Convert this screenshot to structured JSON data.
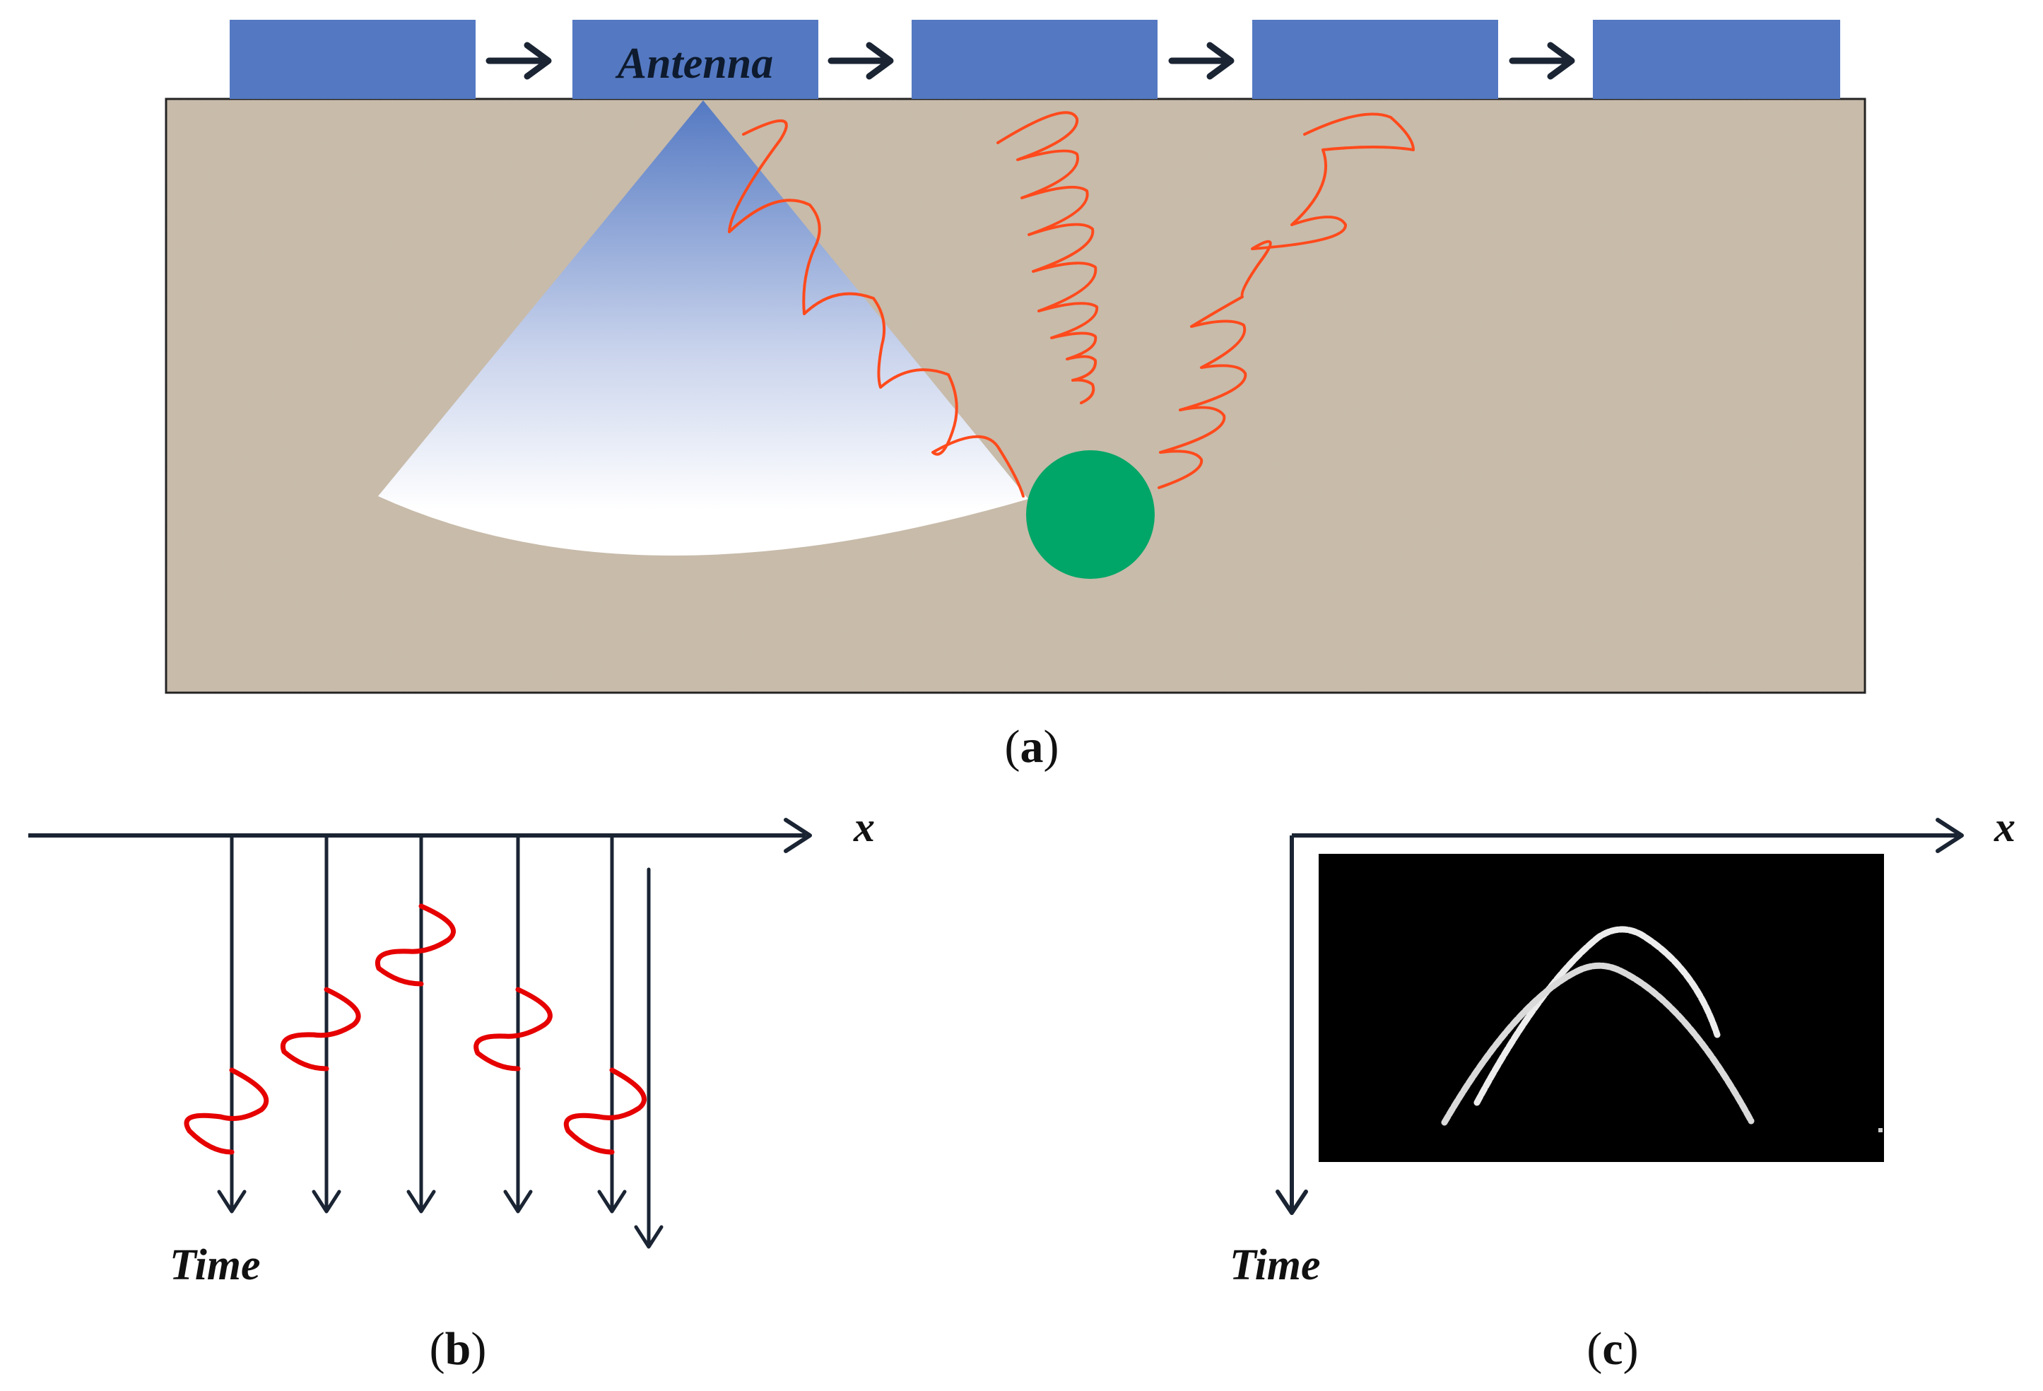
{
  "panel_a": {
    "label_open": "(",
    "label_letter": "a",
    "label_close": ")",
    "antenna_label": "Antenna",
    "antenna_positions": 5,
    "colors": {
      "antenna": "#5479C2",
      "ground": "#C8BBA9",
      "beam_top": "#5479C2",
      "beam_bottom": "#FFFFFF",
      "wave": "#FF4A1C",
      "target": "#00A667",
      "arrow": "#1A2433"
    }
  },
  "panel_b": {
    "label_open": "(",
    "label_letter": "b",
    "label_close": ")",
    "x_axis_label": "x",
    "time_label": "Time",
    "colors": {
      "axis": "#1A2433",
      "wavelet": "#E60000"
    }
  },
  "panel_c": {
    "label_open": "(",
    "label_letter": "c",
    "label_close": ")",
    "x_axis_label": "x",
    "time_label": "Time",
    "colors": {
      "axis": "#1A2433",
      "image_bg": "#000000",
      "hyperbola": "#E8E8E8"
    }
  }
}
